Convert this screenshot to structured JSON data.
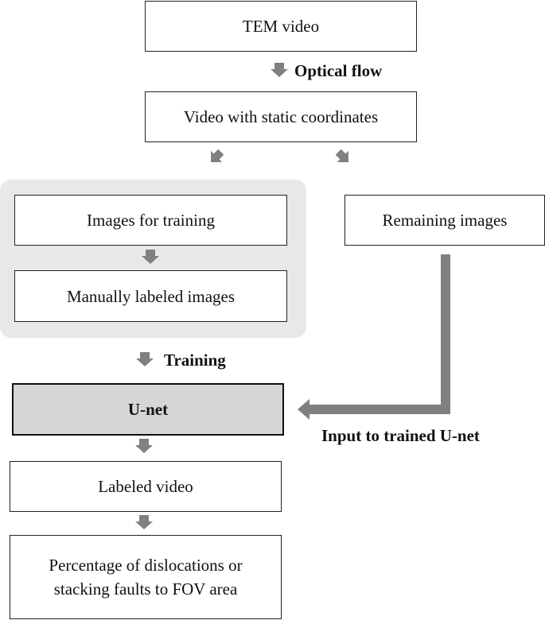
{
  "flowchart": {
    "nodes": {
      "tem_video": "TEM video",
      "video_static": "Video with static coordinates",
      "images_training": "Images for training",
      "manually_labeled": "Manually labeled images",
      "remaining_images": "Remaining images",
      "unet": "U-net",
      "labeled_video": "Labeled video",
      "percentage_line1": "Percentage of dislocations or",
      "percentage_line2": "stacking faults to FOV area"
    },
    "edge_labels": {
      "optical_flow": "Optical flow",
      "training": "Training",
      "input_trained": "Input to trained U-net"
    },
    "colors": {
      "arrow": "#808080",
      "group_background": "#e8e8e8",
      "unet_fill": "#d6d6d6"
    }
  }
}
